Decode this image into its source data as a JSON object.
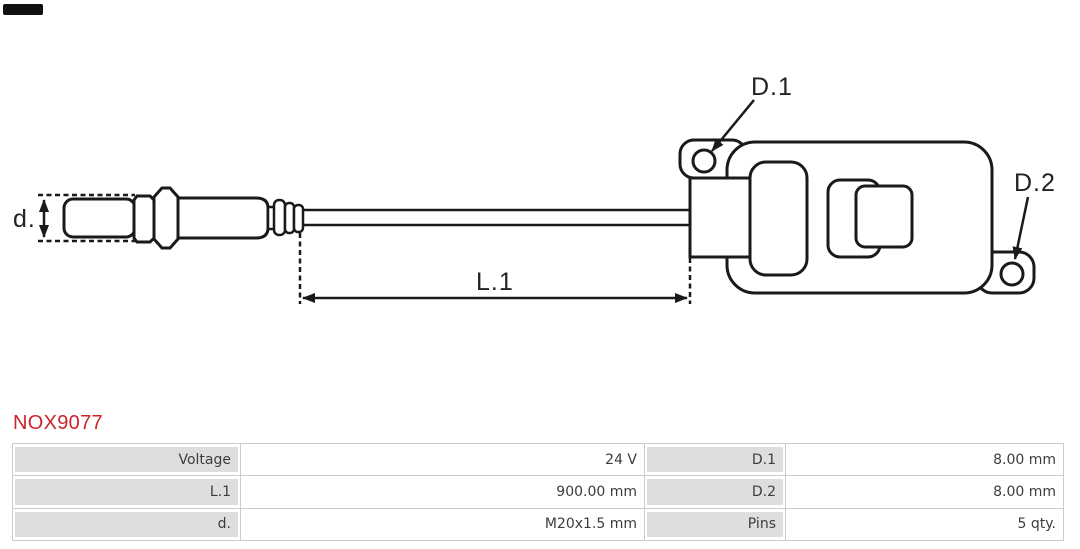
{
  "header": {
    "brand_logo_icon": "black-bar-logo"
  },
  "diagram": {
    "type": "technical-drawing",
    "subject": "NOx sensor with cable and control unit",
    "labels": {
      "dim_d": "d.",
      "dim_l1": "L.1",
      "dim_d1": "D.1",
      "dim_d2": "D.2"
    },
    "line_color": "#1a1a1a"
  },
  "product": {
    "code": "NOX9077",
    "code_color": "#c9252b"
  },
  "spec_table": {
    "grid_color": "#cccccc",
    "label_cell_color": "#dedede",
    "rows": [
      {
        "label1": "Voltage",
        "value1": "24 V",
        "label2": "D.1",
        "value2": "8.00 mm"
      },
      {
        "label1": "L.1",
        "value1": "900.00 mm",
        "label2": "D.2",
        "value2": "8.00 mm"
      },
      {
        "label1": "d.",
        "value1": "M20x1.5 mm",
        "label2": "Pins",
        "value2": "5 qty."
      }
    ]
  }
}
